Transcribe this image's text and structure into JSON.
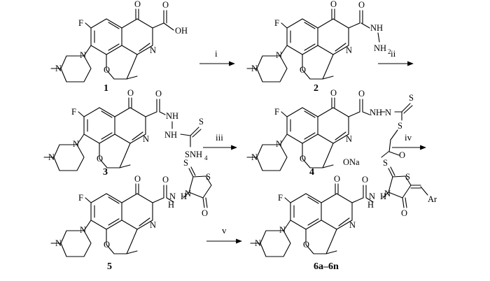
{
  "atoms": {
    "F": "F",
    "O": "O",
    "OH": "OH",
    "N": "N",
    "H": "H",
    "NH": "NH",
    "NH2": "NH",
    "two": "2",
    "S": "S",
    "SNH": "SNH",
    "four": "4",
    "ONa": "ONa",
    "Ar": "Ar"
  },
  "compounds": [
    {
      "id": "c1",
      "label": "1"
    },
    {
      "id": "c2",
      "label": "2"
    },
    {
      "id": "c3",
      "label": "3"
    },
    {
      "id": "c4",
      "label": "4"
    },
    {
      "id": "c5",
      "label": "5"
    },
    {
      "id": "c6",
      "label": "6a–6n"
    }
  ],
  "steps": [
    "i",
    "ii",
    "iii",
    "iv",
    "v"
  ],
  "colors": {
    "ink": "#000000",
    "background": "#ffffff"
  }
}
